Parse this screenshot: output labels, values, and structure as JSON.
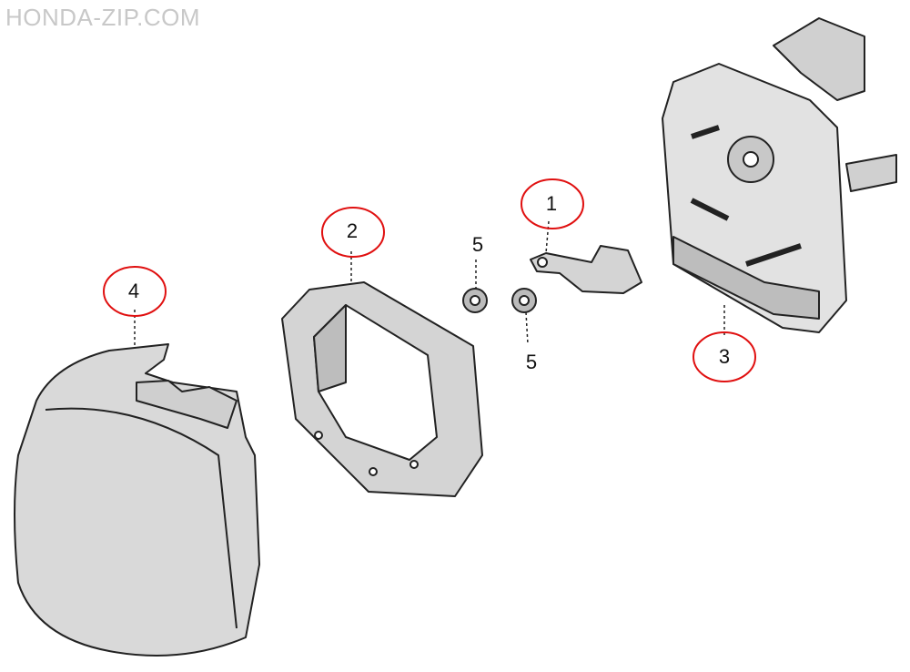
{
  "watermark": "HONDA-ZIP.COM",
  "callouts": [
    {
      "number": "1",
      "part": "bracket"
    },
    {
      "number": "2",
      "part": "foam-element"
    },
    {
      "number": "3",
      "part": "air-cleaner-case"
    },
    {
      "number": "4",
      "part": "air-cleaner-cover"
    },
    {
      "number": "5",
      "part": "nut"
    },
    {
      "number": "5",
      "part": "nut"
    }
  ],
  "colors": {
    "callout_circle": "#e01010",
    "part_fill": "#d9d9d9",
    "outline": "#222222"
  }
}
